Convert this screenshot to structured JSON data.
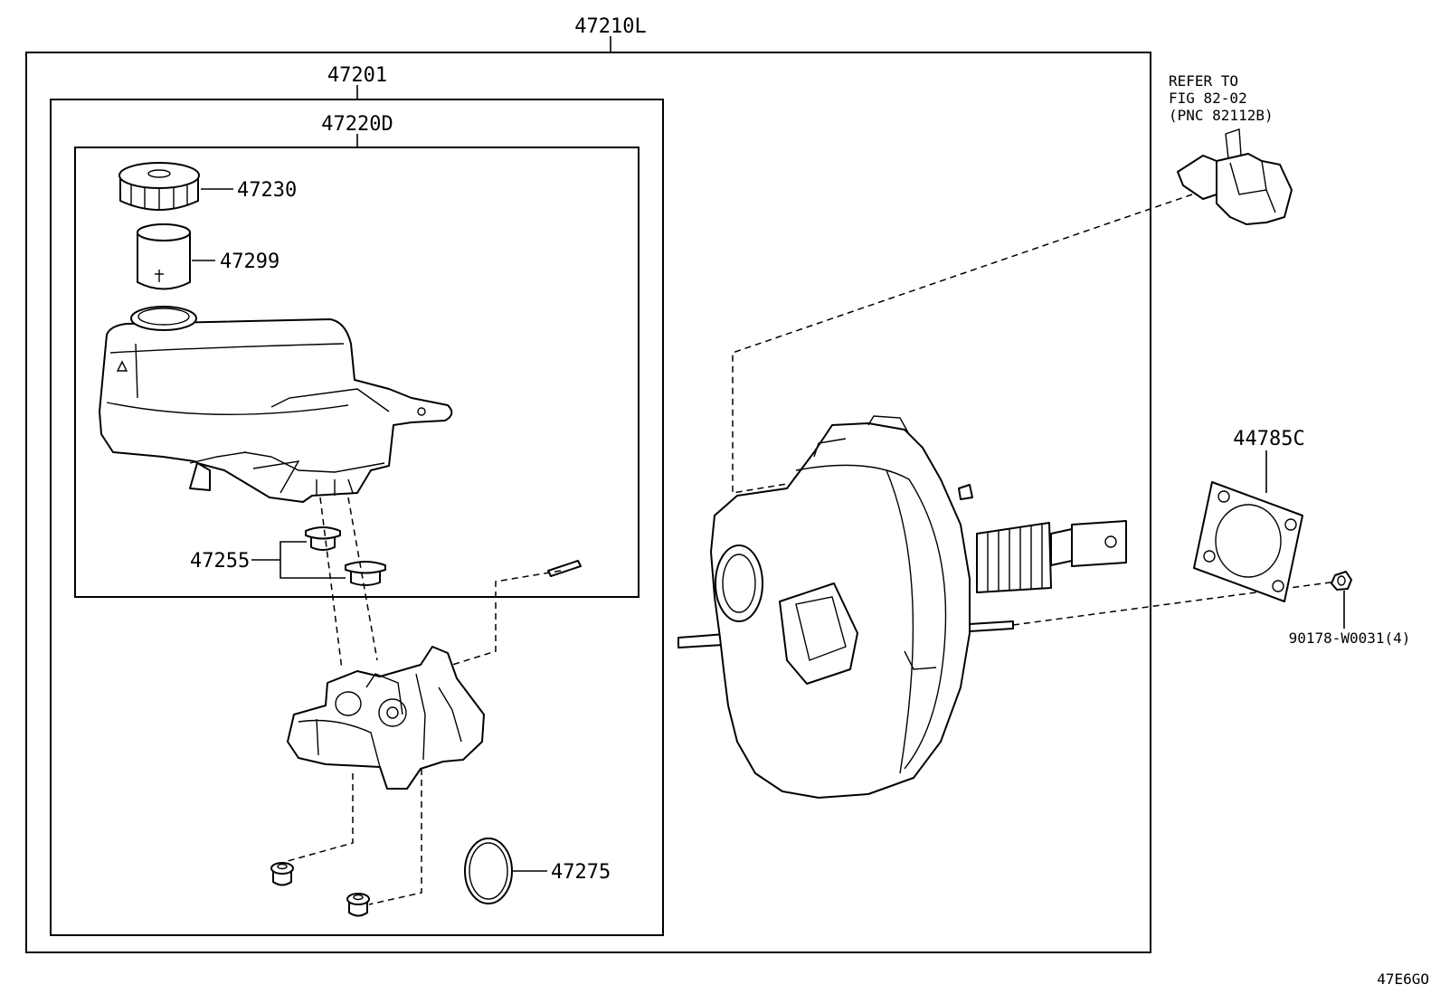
{
  "labels": {
    "assembly_47210L": "47210L",
    "subassembly_47201": "47201",
    "reservoir_47220D": "47220D",
    "cap_47230": "47230",
    "strainer_47299": "47299",
    "grommet_47255": "47255",
    "oring_47275": "47275",
    "gasket_44785C": "44785C",
    "nut_90178": "90178-W0031(4)",
    "diagram_code": "47E6GO"
  },
  "refer_note": {
    "line1": "REFER TO",
    "line2": "FIG 82-02",
    "line3": "(PNC 82112B)"
  }
}
